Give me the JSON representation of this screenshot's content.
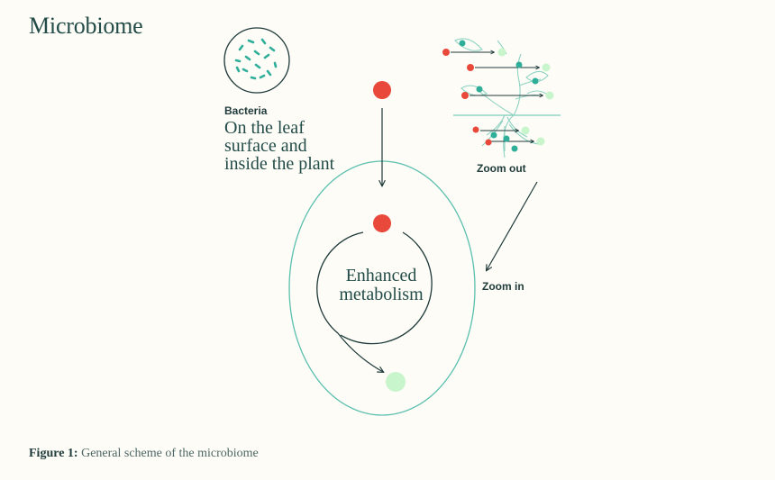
{
  "title": "Microbiome",
  "bacteria": {
    "label": "Bacteria",
    "description": "On the leaf surface and inside the plant"
  },
  "center": {
    "label": "Enhanced metabolism"
  },
  "zoom_out": {
    "label": "Zoom out"
  },
  "zoom_in": {
    "label": "Zoom in"
  },
  "caption": {
    "prefix": "Figure 1:",
    "text": "General scheme of the microbiome"
  },
  "colors": {
    "red": "#e8493a",
    "teal": "#2fae99",
    "light_green": "#c9f5cc",
    "dark": "#1f3a3a",
    "ellipse": "#5bbfae"
  }
}
